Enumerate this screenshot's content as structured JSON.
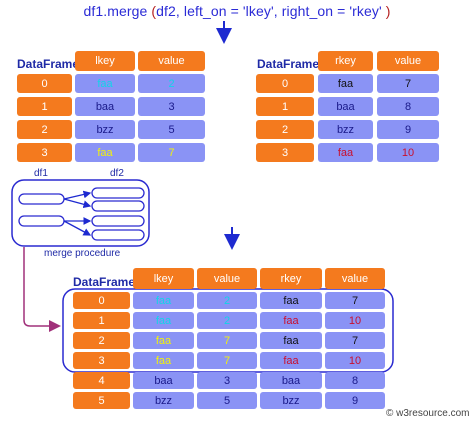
{
  "title": {
    "fn": "df1.merge",
    "open": "(",
    "args": "df2,  left_on = 'lkey',  right_on = 'rkey'",
    "close": ")"
  },
  "left_table": {
    "label": "DataFrame",
    "headers": [
      "lkey",
      "value"
    ],
    "rows": [
      {
        "idx": "0",
        "key": "faa",
        "key_color": "cyan",
        "val": "2",
        "val_color": "cyan"
      },
      {
        "idx": "1",
        "key": "baa",
        "key_color": "navy",
        "val": "3",
        "val_color": "navy"
      },
      {
        "idx": "2",
        "key": "bzz",
        "key_color": "navy",
        "val": "5",
        "val_color": "navy"
      },
      {
        "idx": "3",
        "key": "faa",
        "key_color": "yellow",
        "val": "7",
        "val_color": "yellow"
      }
    ]
  },
  "right_table": {
    "label": "DataFrame",
    "headers": [
      "rkey",
      "value"
    ],
    "rows": [
      {
        "idx": "0",
        "key": "faa",
        "key_color": "black",
        "val": "7",
        "val_color": "black"
      },
      {
        "idx": "1",
        "key": "baa",
        "key_color": "navy",
        "val": "8",
        "val_color": "navy"
      },
      {
        "idx": "2",
        "key": "bzz",
        "key_color": "navy",
        "val": "9",
        "val_color": "navy"
      },
      {
        "idx": "3",
        "key": "faa",
        "key_color": "red",
        "val": "10",
        "val_color": "red"
      }
    ]
  },
  "procedure": {
    "df1_label": "df1",
    "df2_label": "df2",
    "caption": "merge procedure"
  },
  "result_table": {
    "label": "DataFrame",
    "headers": [
      "lkey",
      "value",
      "rkey",
      "value"
    ],
    "rows": [
      {
        "idx": "0",
        "cells": [
          [
            "faa",
            "cyan"
          ],
          [
            "2",
            "cyan"
          ],
          [
            "faa",
            "black"
          ],
          [
            "7",
            "black"
          ]
        ]
      },
      {
        "idx": "1",
        "cells": [
          [
            "faa",
            "cyan"
          ],
          [
            "2",
            "cyan"
          ],
          [
            "faa",
            "red"
          ],
          [
            "10",
            "red"
          ]
        ]
      },
      {
        "idx": "2",
        "cells": [
          [
            "faa",
            "yellow"
          ],
          [
            "7",
            "yellow"
          ],
          [
            "faa",
            "black"
          ],
          [
            "7",
            "black"
          ]
        ]
      },
      {
        "idx": "3",
        "cells": [
          [
            "faa",
            "yellow"
          ],
          [
            "7",
            "yellow"
          ],
          [
            "faa",
            "red"
          ],
          [
            "10",
            "red"
          ]
        ]
      },
      {
        "idx": "4",
        "cells": [
          [
            "baa",
            "navy"
          ],
          [
            "3",
            "navy"
          ],
          [
            "baa",
            "navy"
          ],
          [
            "8",
            "navy"
          ]
        ]
      },
      {
        "idx": "5",
        "cells": [
          [
            "bzz",
            "navy"
          ],
          [
            "5",
            "navy"
          ],
          [
            "bzz",
            "navy"
          ],
          [
            "9",
            "navy"
          ]
        ]
      }
    ]
  },
  "footer": "© w3resource.com",
  "colors": {
    "header_orange": "#f47a1e",
    "cell_blue": "#8a93f5",
    "outline_blue": "#2a2ad0",
    "arrow_purple": "#a0307a"
  }
}
